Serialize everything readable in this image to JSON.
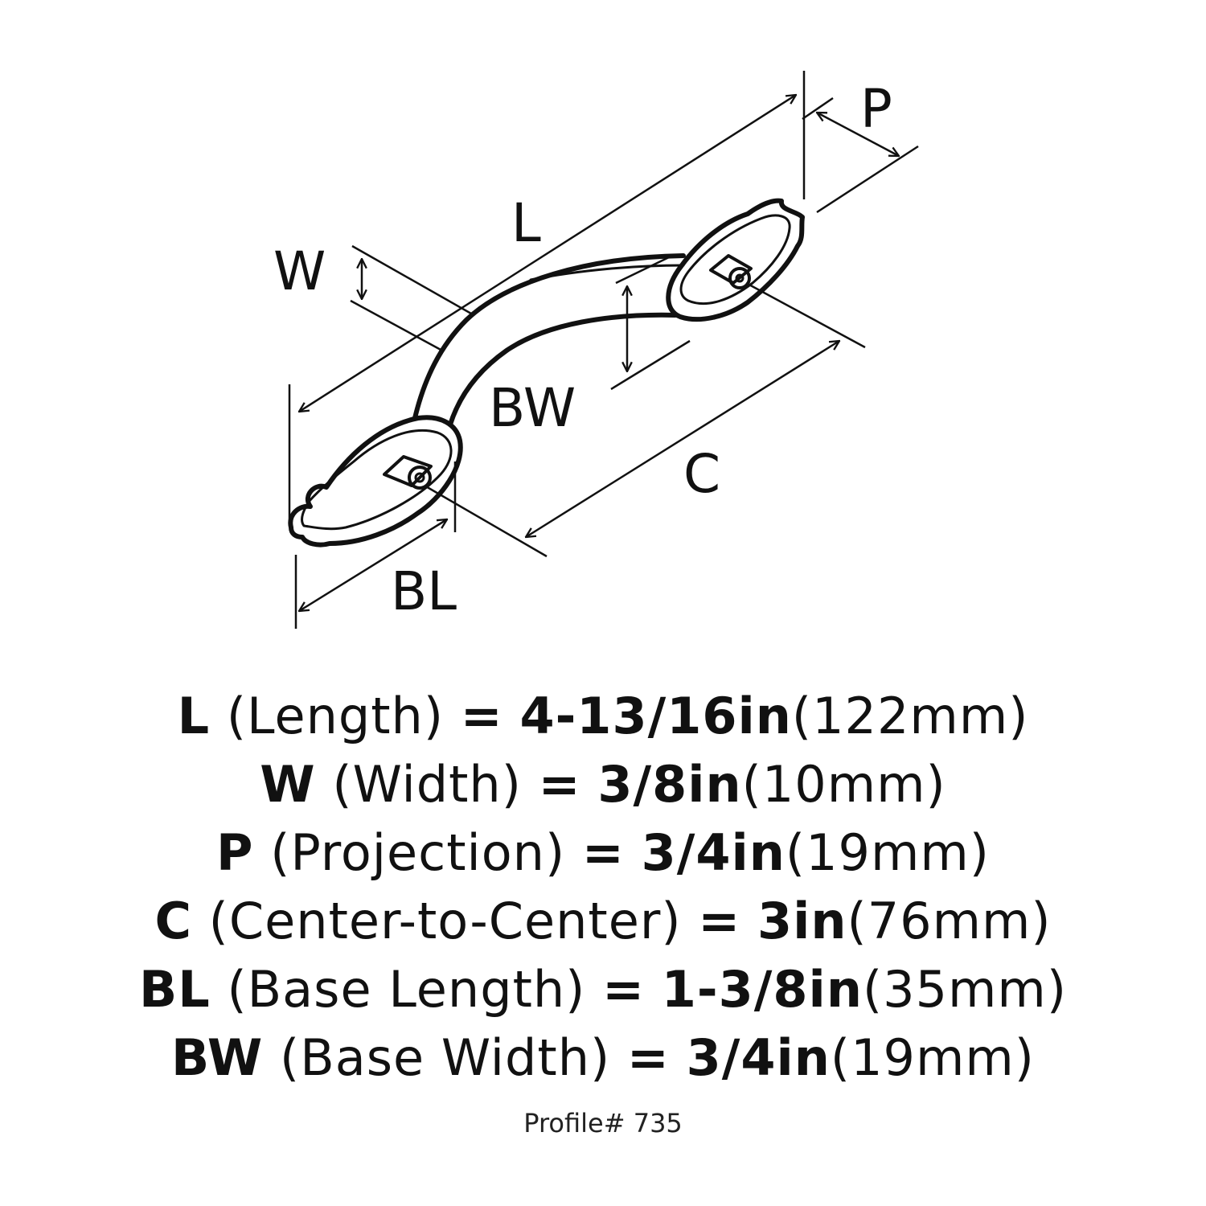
{
  "diagram": {
    "labels": {
      "L": "L",
      "W": "W",
      "P": "P",
      "BW": "BW",
      "C": "C",
      "BL": "BL"
    },
    "colors": {
      "line": "#111111",
      "background": "#ffffff"
    }
  },
  "specs": [
    {
      "code": "L",
      "name": "(Length)",
      "inch": "4-13/16in",
      "mm": "(122mm)"
    },
    {
      "code": "W",
      "name": "(Width)",
      "inch": "3/8in",
      "mm": "(10mm)"
    },
    {
      "code": "P",
      "name": "(Projection)",
      "inch": "3/4in",
      "mm": "(19mm)"
    },
    {
      "code": "C",
      "name": "(Center-to-Center)",
      "inch": "3in",
      "mm": "(76mm)"
    },
    {
      "code": "BL",
      "name": "(Base Length)",
      "inch": "1-3/8in",
      "mm": "(35mm)"
    },
    {
      "code": "BW",
      "name": "(Base Width)",
      "inch": "3/4in",
      "mm": "(19mm)"
    }
  ],
  "equals": "=",
  "profile": "Profile# 735"
}
